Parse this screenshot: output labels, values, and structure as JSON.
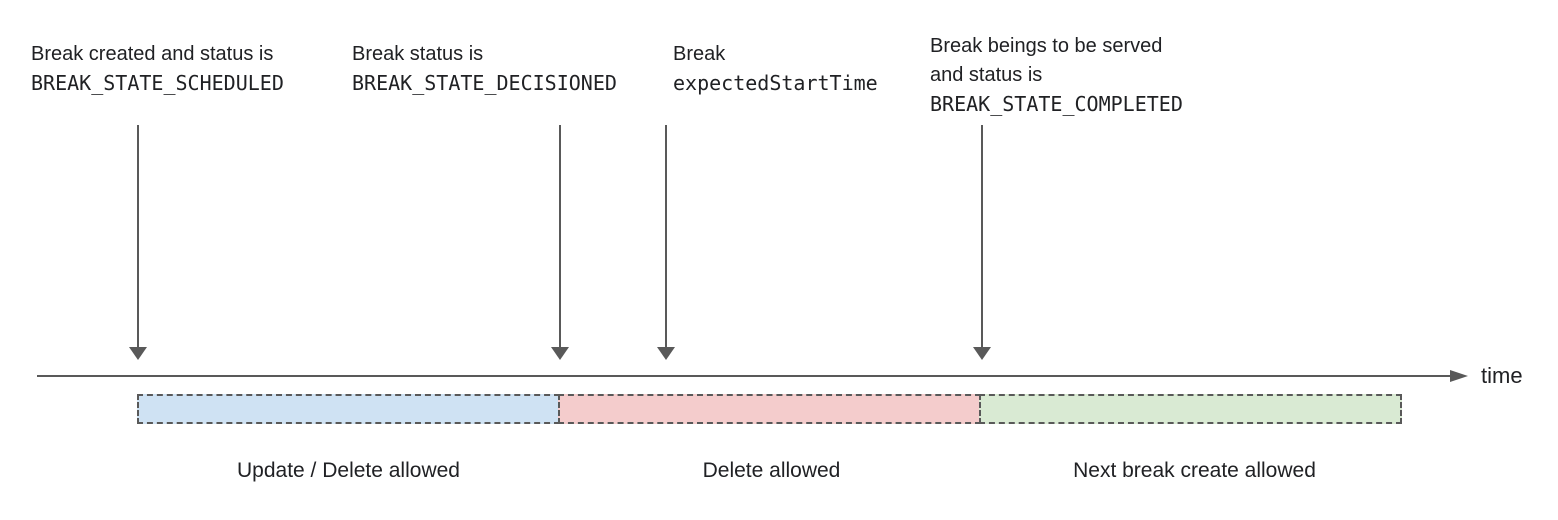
{
  "annotations": [
    {
      "lines": [
        {
          "text": "Break created and status is",
          "style": "sans"
        },
        {
          "text": "BREAK_STATE_SCHEDULED",
          "style": "mono"
        }
      ]
    },
    {
      "lines": [
        {
          "text": "Break status is",
          "style": "sans"
        },
        {
          "text": "BREAK_STATE_DECISIONED",
          "style": "mono"
        }
      ]
    },
    {
      "lines": [
        {
          "text": "Break",
          "style": "sans"
        },
        {
          "text": "expectedStartTime",
          "style": "mono"
        }
      ]
    },
    {
      "lines": [
        {
          "text": "Break beings to be served",
          "style": "sans"
        },
        {
          "text": "and status is",
          "style": "sans"
        },
        {
          "text": "BREAK_STATE_COMPLETED",
          "style": "mono"
        }
      ]
    }
  ],
  "axis": {
    "label": "time"
  },
  "segments": [
    {
      "label": "Update / Delete allowed",
      "color": "#cfe2f3"
    },
    {
      "label": "Delete allowed",
      "color": "#f4cccc"
    },
    {
      "label": "Next break create allowed",
      "color": "#d9ead3"
    }
  ],
  "colors": {
    "line": "#595959",
    "text": "#202124",
    "segment_border": "#595959"
  }
}
